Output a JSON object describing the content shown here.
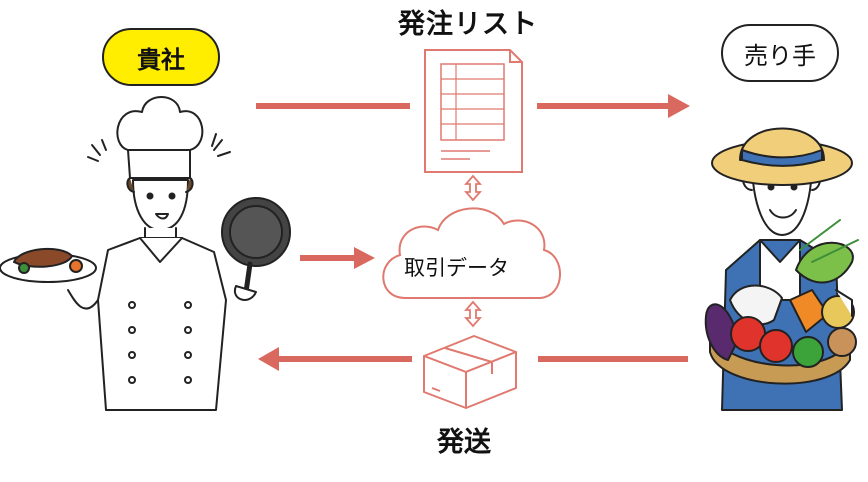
{
  "nodes": {
    "company": {
      "label": "貴社",
      "fill": "#ffee00"
    },
    "seller": {
      "label": "売り手"
    },
    "order_list": {
      "label": "発注リスト"
    },
    "data_cloud": {
      "label": "取引データ"
    },
    "shipping": {
      "label": "発送"
    }
  },
  "colors": {
    "arrow": "#d9695f",
    "doc_line": "#e07a70",
    "outline": "#222222"
  },
  "icons": {
    "chef": "chef-figure",
    "farmer": "farmer-figure",
    "document": "document-icon",
    "cloud": "cloud-icon",
    "box": "box-icon"
  }
}
